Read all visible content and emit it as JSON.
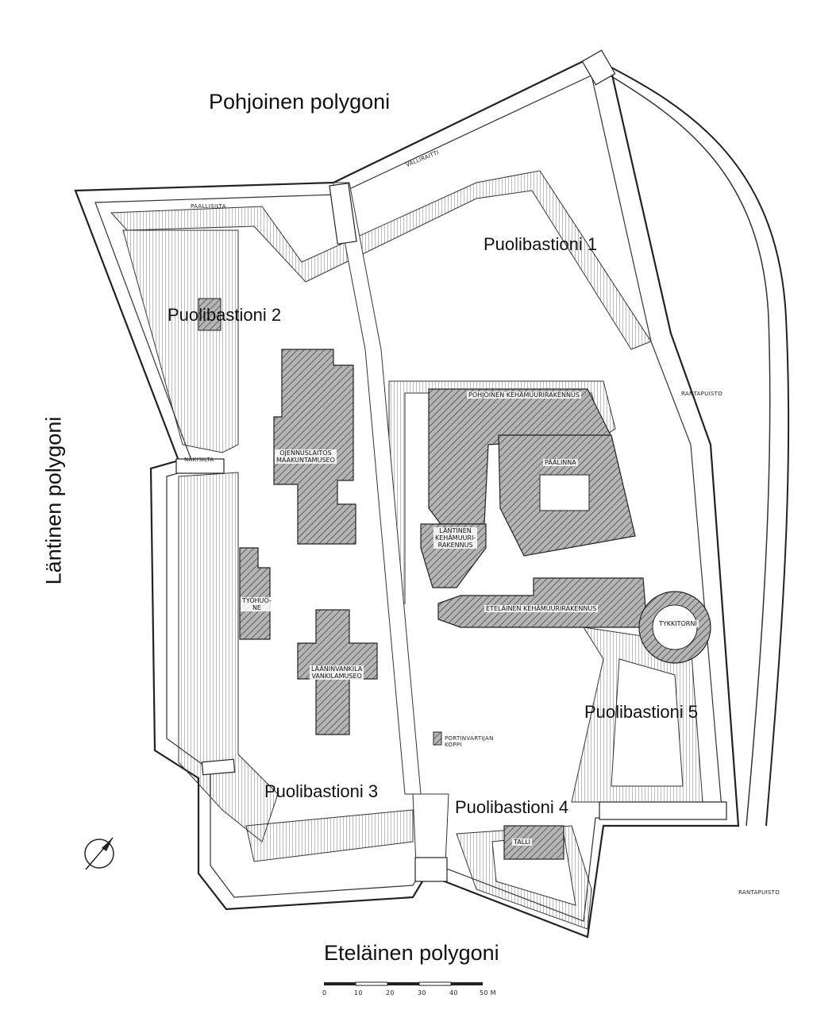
{
  "polygons": {
    "north": "Pohjoinen polygoni",
    "west": "Läntinen polygoni",
    "south": "Eteläinen polygoni"
  },
  "bastions": {
    "b1": "Puolibastioni 1",
    "b2": "Puolibastioni 2",
    "b3": "Puolibastioni 3",
    "b4": "Puolibastioni 4",
    "b5": "Puolibastioni 5"
  },
  "buildings": {
    "pohjoinen": "POHJOINEN KEHÄMUURIRAKENNUS",
    "paalinna": "PÄÄLINNA",
    "lantinen_1": "LÄNTINEN",
    "lantinen_2": "KEHÄMUURI-",
    "lantinen_3": "RAKENNUS",
    "etelainen": "ETELÄINEN KEHÄMUURIRAKENNUS",
    "tykkitorni": "TYKKITORNI",
    "ojennuslaitos_1": "OJENNUSLAITOS",
    "ojennuslaitos_2": "MAAKUNTAMUSEO",
    "tyohuone_1": "TYÖHUO-",
    "tyohuone_2": "NE",
    "vankila_1": "LÄÄNINVANKILA",
    "vankila_2": "VANKILAMUSEO",
    "talli": "TALLI",
    "portinvartija_1": "PORTINVARTIJAN",
    "portinvartija_2": "KOPPI"
  },
  "small_labels": {
    "paallisilta": "PAALLISILTA",
    "valliraitti": "VALLIRAITTI",
    "ranta": "RANTAPUISTO",
    "nakilta": "NÄKISILTA"
  },
  "scale": {
    "ticks": [
      "0",
      "10",
      "20",
      "30",
      "40",
      "50 M"
    ]
  }
}
